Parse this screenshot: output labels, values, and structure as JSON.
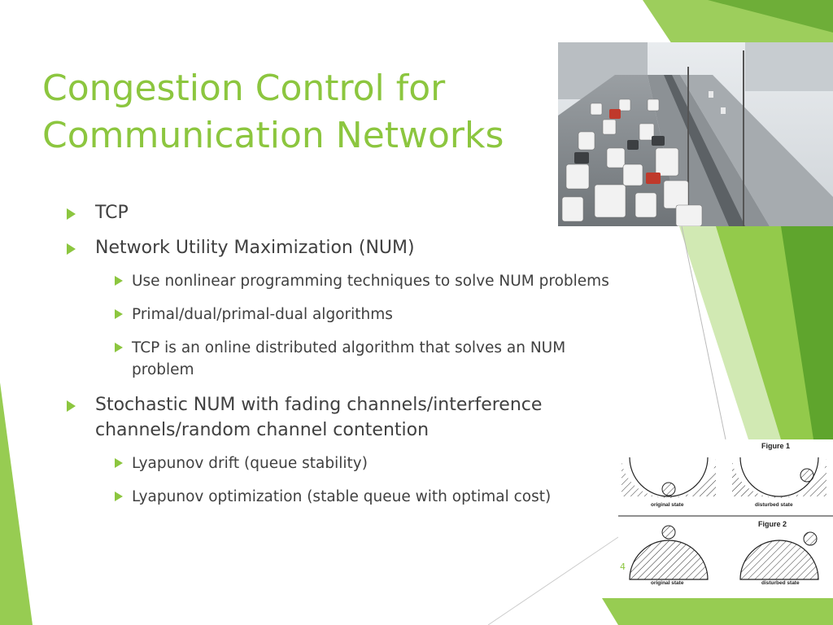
{
  "slide": {
    "title_line1": "Congestion Control for",
    "title_line2": "Communication Networks",
    "page_number": "4",
    "accent_color": "#8cc63f"
  },
  "bullets": [
    {
      "text": "TCP"
    },
    {
      "text": "Network Utility Maximization (NUM)",
      "sub": [
        {
          "text": "Use nonlinear programming techniques to solve NUM problems"
        },
        {
          "text": "Primal/dual/primal-dual algorithms"
        },
        {
          "text": "TCP is an online distributed algorithm that solves an NUM problem"
        }
      ]
    },
    {
      "text": "Stochastic NUM with fading channels/interference channels/random channel contention",
      "sub": [
        {
          "text": "Lyapunov drift (queue stability)"
        },
        {
          "text": "Lyapunov optimization (stable queue with optimal cost)"
        }
      ]
    }
  ],
  "figure": {
    "figure1_label": "Figure 1",
    "figure2_label": "Figure 2",
    "original_state": "original state",
    "disturbed_state": "disturbed state"
  },
  "photo": {
    "subject": "highway-traffic-congestion-photo"
  }
}
